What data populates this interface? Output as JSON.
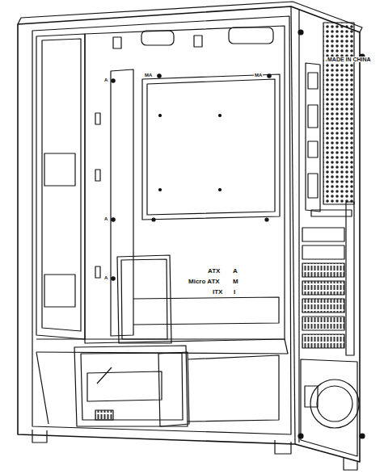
{
  "diagram": {
    "labels": [
      "MADE IN CHINA",
      "ATX",
      "A",
      "Micro ATX",
      "M",
      "ITX",
      "I",
      "MA",
      "MA",
      "A",
      "A",
      "A"
    ]
  }
}
